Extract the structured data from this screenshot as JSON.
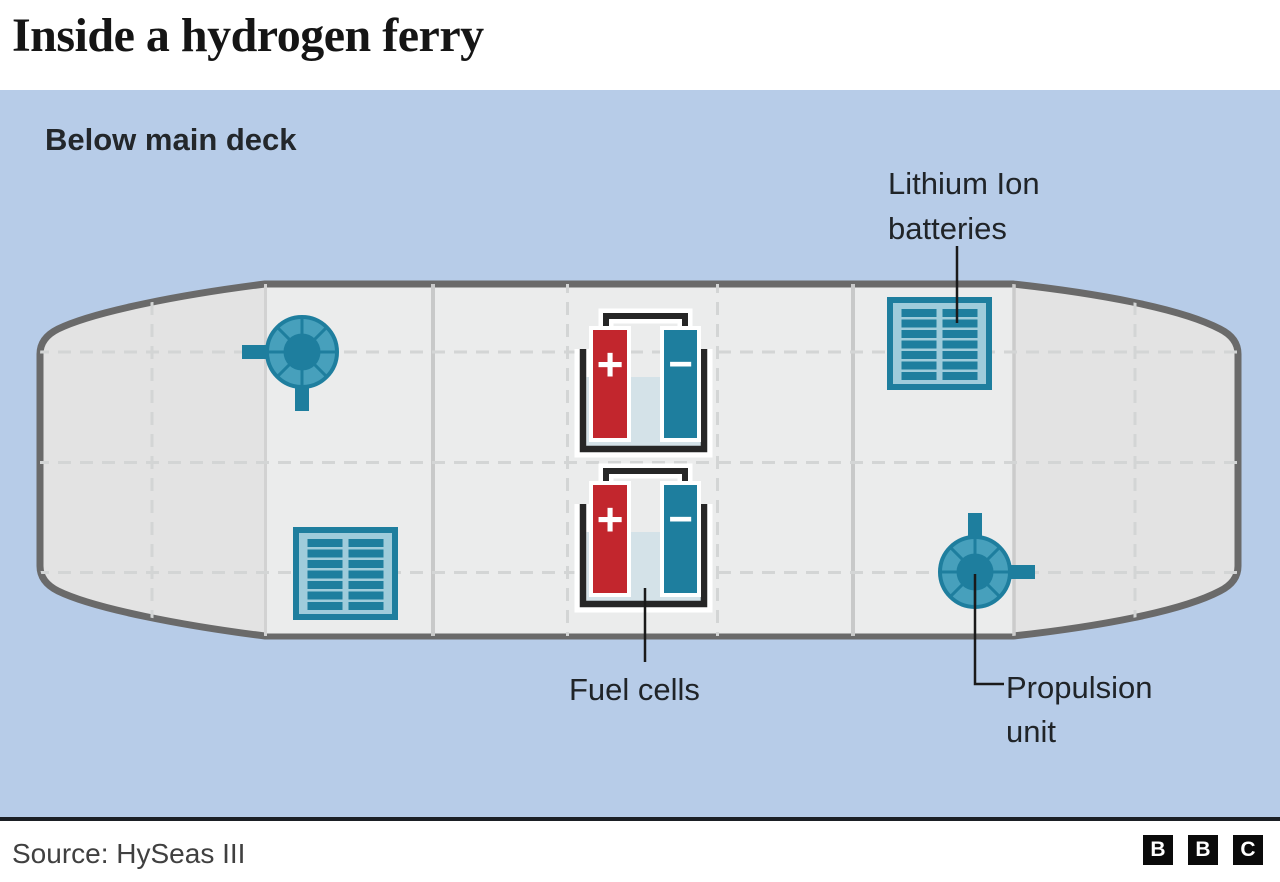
{
  "header": {
    "title": "Inside a hydrogen ferry"
  },
  "diagram": {
    "deck_label": "Below main deck",
    "labels": {
      "batteries": "Lithium Ion\nbatteries",
      "fuel_cells": "Fuel cells",
      "propulsion": "Propulsion\nunit"
    },
    "fuel_cell": {
      "positive": "+",
      "negative": "−"
    },
    "icons": [
      {
        "name": "propulsion-unit-bow",
        "type": "thruster"
      },
      {
        "name": "propulsion-unit-stern",
        "type": "thruster"
      },
      {
        "name": "lithium-battery-bow",
        "type": "battery"
      },
      {
        "name": "lithium-battery-stern",
        "type": "battery"
      },
      {
        "name": "fuel-cell-upper",
        "type": "electrochemical-cell"
      },
      {
        "name": "fuel-cell-lower",
        "type": "electrochemical-cell"
      }
    ],
    "colors": {
      "bg_blue": "#b7cce8",
      "teal": "#1e7e9e",
      "teal_light": "#47a0bc",
      "battery_fill": "#9fccdb",
      "red": "#c2262d",
      "hull_stroke": "#6a6a6a",
      "hull_fill": "#e3e3e3",
      "deck_fill": "#ebecec",
      "liquid": "#d4e2e8",
      "line_dark": "#1a1a1a"
    }
  },
  "footer": {
    "source": "Source: HySeas III",
    "logo_letters": [
      "B",
      "B",
      "C"
    ]
  }
}
